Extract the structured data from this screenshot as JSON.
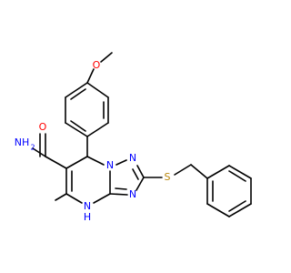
{
  "molecule": {
    "atom_labels": {
      "methoxy_o": "O",
      "amide_n": "NH",
      "amide_n_sub": "2",
      "amide_o": "O",
      "ring_n1": "N",
      "ring_n2": "N",
      "ring_n3": "N",
      "ring_nh": "N",
      "ring_nh_h": "H",
      "thio_s": "S"
    },
    "colors": {
      "oxygen": "#ff0000",
      "nitrogen": "#0000ff",
      "sulfur": "#b8860b",
      "bond": "#000000"
    }
  }
}
